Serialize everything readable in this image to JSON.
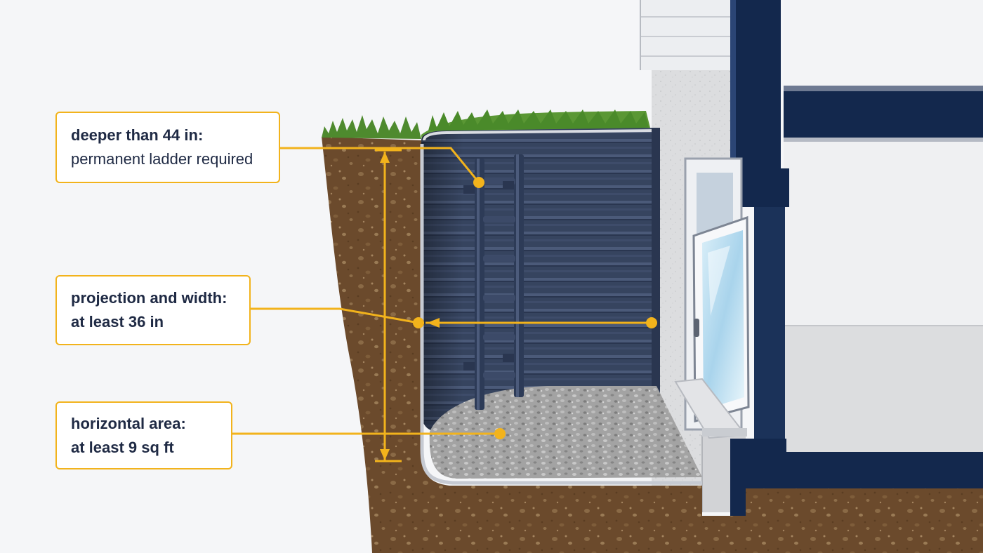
{
  "callouts": {
    "depth": {
      "title": "deeper than 44 in:",
      "detail": "permanent ladder required",
      "bold_detail": false
    },
    "projection": {
      "title": "projection and width:",
      "detail": "at least 36 in",
      "bold_detail": true
    },
    "area": {
      "title": "horizontal area:",
      "detail": "at least 9 sq ft",
      "bold_detail": true
    }
  },
  "colors": {
    "callout_border": "#f2b31c",
    "leader_line": "#f2b31c",
    "text": "#1f2a44",
    "well_liner": "#34425f",
    "structure": "#13284d",
    "soil": "#6b4a2c",
    "grass": "#4e8a2e",
    "gravel": "#a8a8a8",
    "concrete": "#dedfe1",
    "glass": "#a9d4ec"
  }
}
